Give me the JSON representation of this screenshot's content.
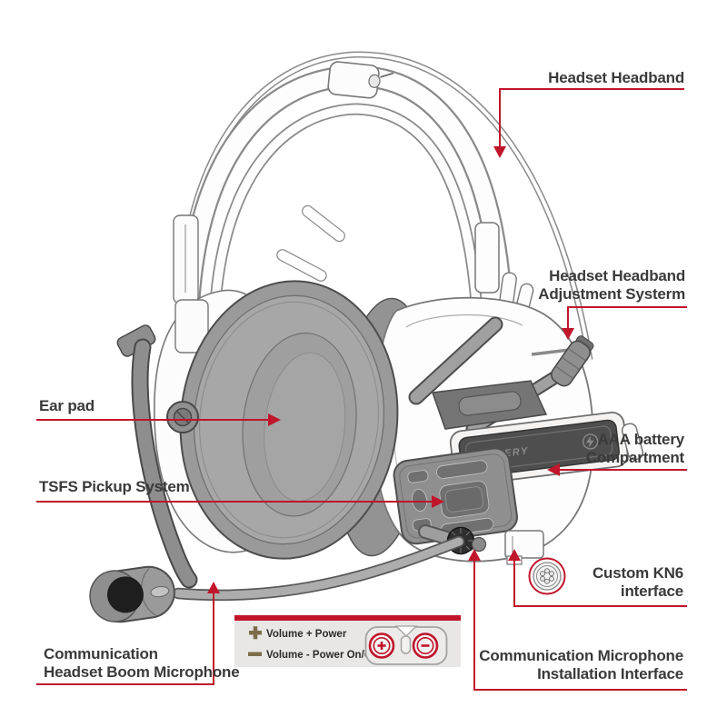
{
  "colors": {
    "background": "#FFFFFF",
    "callout_red": "#C0152B",
    "label_text": "#3A3A3A",
    "legend_bg": "#E8E7E5",
    "legend_icon_olive": "#7C6D4A",
    "legend_text": "#2B2B2B",
    "line_art_stroke": "#6E6E6E",
    "ear_pad_gray": "#9C9C9C",
    "battery_lid_gray": "#4E4E4E"
  },
  "labels": {
    "headset_headband": "Headset Headband",
    "adjustment_system": "Headset Headband\nAdjustment Systerm",
    "ear_pad": "Ear pad",
    "tsfs_pickup": "TSFS Pickup System",
    "aaa_battery": "AAA battery\nCompartment",
    "kn6_interface": "Custom KN6\ninterface",
    "mic_installation": "Communication Microphone\nInstallation Interface",
    "boom_microphone": "Communication\nHeadset Boom Microphone"
  },
  "legend": {
    "volume_plus_label": "Volume + Power",
    "volume_minus_label": "Volume - Power On/Off"
  },
  "illustration": {
    "battery_lid_text": "BATTERY"
  }
}
